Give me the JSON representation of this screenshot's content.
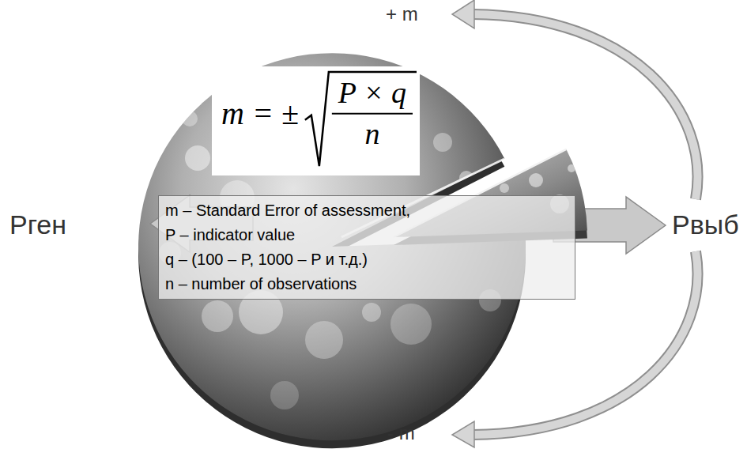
{
  "diagram": {
    "nodes": [
      {
        "text": [
          "m = ±",
          "P × q",
          "n"
        ]
      },
      {
        "text": [
          "m – Standard Error of assessment,",
          "P – indicator value",
          "q – (100 – P, 1000 – P и т.д.)",
          "n – number of observations"
        ]
      }
    ],
    "labels": [
      "+ m",
      "Рген",
      "Рвыб",
      "- m"
    ]
  }
}
